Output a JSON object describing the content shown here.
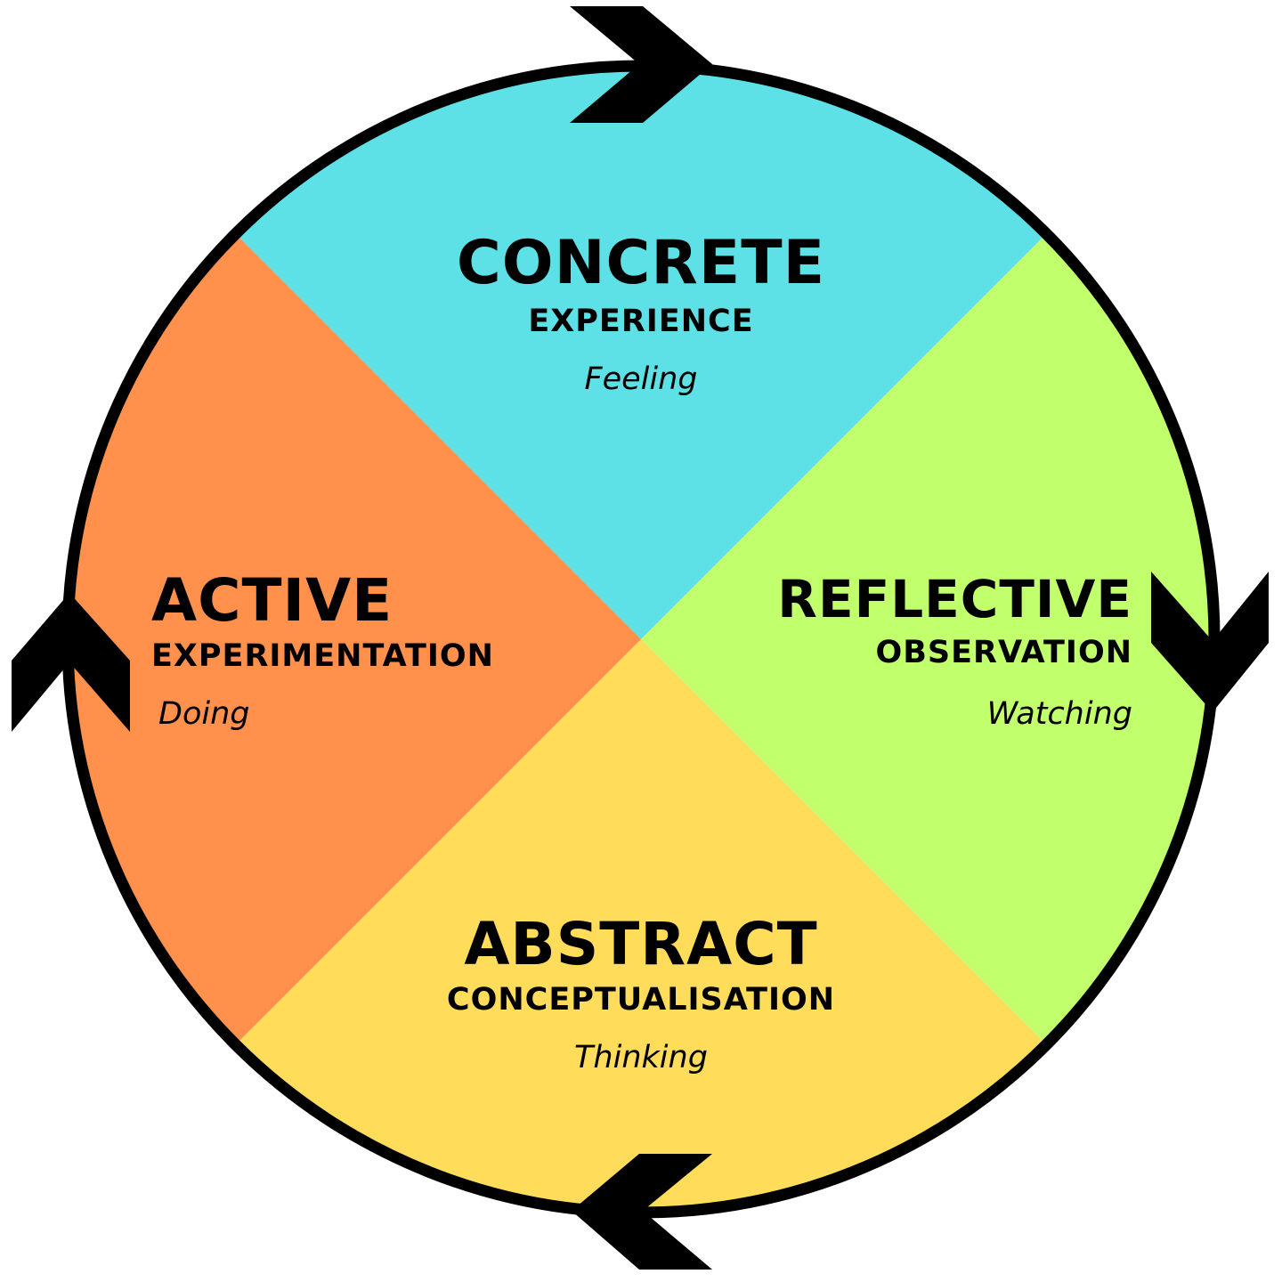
{
  "colors": {
    "concrete_quadrant": "#5ee1e6",
    "reflective_quadrant": "#c1ff6c",
    "abstract_quadrant": "#ffdd5a",
    "active_quadrant": "#ff914d",
    "outline": "#000000",
    "arrow": "#000000"
  },
  "stages": {
    "concrete": {
      "title": "CONCRETE",
      "subtitle": "EXPERIENCE",
      "verb": "Feeling"
    },
    "reflective": {
      "title": "REFLECTIVE",
      "subtitle": "OBSERVATION",
      "verb": "Watching"
    },
    "abstract": {
      "title": "ABSTRACT",
      "subtitle": "CONCEPTUALISATION",
      "verb": "Thinking"
    },
    "active": {
      "title": "ACTIVE",
      "subtitle": "EXPERIMENTATION",
      "verb": "Doing"
    }
  },
  "arrows": [
    {
      "name": "arrow-top",
      "icon": "chevron-right-icon"
    },
    {
      "name": "arrow-right",
      "icon": "chevron-down-icon"
    },
    {
      "name": "arrow-bottom",
      "icon": "chevron-left-icon"
    },
    {
      "name": "arrow-left",
      "icon": "chevron-up-icon"
    }
  ]
}
